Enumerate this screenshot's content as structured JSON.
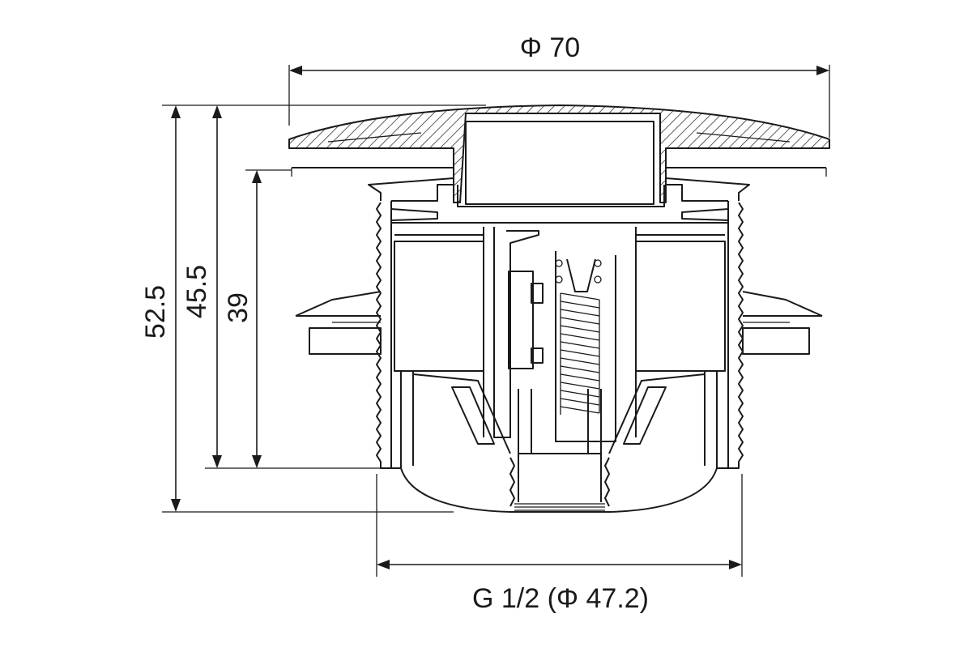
{
  "dimensions": {
    "top_diameter": "Φ 70",
    "thread_spec": "G 1/2 (Φ 47.2)",
    "height_total": "52.5",
    "height_mid": "45.5",
    "height_inner": "39"
  },
  "colors": {
    "line": "#1a1a1a",
    "background": "#ffffff"
  }
}
